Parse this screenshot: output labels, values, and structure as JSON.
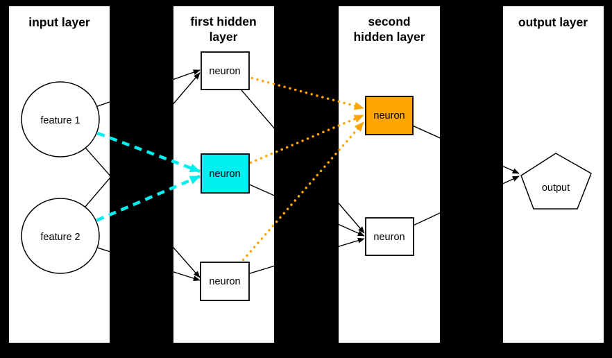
{
  "diagram": {
    "background_color": "#000000",
    "panel_color": "#ffffff",
    "edge_color": "#000000",
    "highlight_cyan": "#00EFF0",
    "highlight_orange": "#FFA500",
    "panels": [
      {
        "id": "input",
        "title_lines": [
          "input layer"
        ]
      },
      {
        "id": "hidden1",
        "title_lines": [
          "first hidden",
          "layer"
        ]
      },
      {
        "id": "hidden2",
        "title_lines": [
          "second",
          "hidden layer"
        ]
      },
      {
        "id": "output",
        "title_lines": [
          "output layer"
        ]
      }
    ],
    "nodes": [
      {
        "id": "f1",
        "label": "feature 1",
        "shape": "circle",
        "fill": "#ffffff",
        "panel": "input"
      },
      {
        "id": "f2",
        "label": "feature 2",
        "shape": "circle",
        "fill": "#ffffff",
        "panel": "input"
      },
      {
        "id": "n1",
        "label": "neuron",
        "shape": "rect",
        "fill": "#ffffff",
        "panel": "hidden1"
      },
      {
        "id": "n2",
        "label": "neuron",
        "shape": "rect",
        "fill": "#00EFF0",
        "panel": "hidden1"
      },
      {
        "id": "n3",
        "label": "neuron",
        "shape": "rect",
        "fill": "#ffffff",
        "panel": "hidden1"
      },
      {
        "id": "m1",
        "label": "neuron",
        "shape": "rect",
        "fill": "#FFA500",
        "panel": "hidden2"
      },
      {
        "id": "m2",
        "label": "neuron",
        "shape": "rect",
        "fill": "#ffffff",
        "panel": "hidden2"
      },
      {
        "id": "out",
        "label": "output",
        "shape": "pentagon",
        "fill": "#ffffff",
        "panel": "output"
      }
    ],
    "edges": [
      {
        "from": "f1",
        "to": "n1",
        "style": "solid"
      },
      {
        "from": "f2",
        "to": "n1",
        "style": "solid"
      },
      {
        "from": "f1",
        "to": "n3",
        "style": "solid"
      },
      {
        "from": "f2",
        "to": "n3",
        "style": "solid"
      },
      {
        "from": "f1",
        "to": "n2",
        "style": "dashed"
      },
      {
        "from": "f2",
        "to": "n2",
        "style": "dashed"
      },
      {
        "from": "n1",
        "to": "m1",
        "style": "dotted"
      },
      {
        "from": "n2",
        "to": "m1",
        "style": "dotted"
      },
      {
        "from": "n3",
        "to": "m1",
        "style": "dotted"
      },
      {
        "from": "n1",
        "to": "m2",
        "style": "solid"
      },
      {
        "from": "n2",
        "to": "m2",
        "style": "solid"
      },
      {
        "from": "n3",
        "to": "m2",
        "style": "solid"
      },
      {
        "from": "m1",
        "to": "out",
        "style": "solid"
      },
      {
        "from": "m2",
        "to": "out",
        "style": "solid"
      }
    ]
  }
}
